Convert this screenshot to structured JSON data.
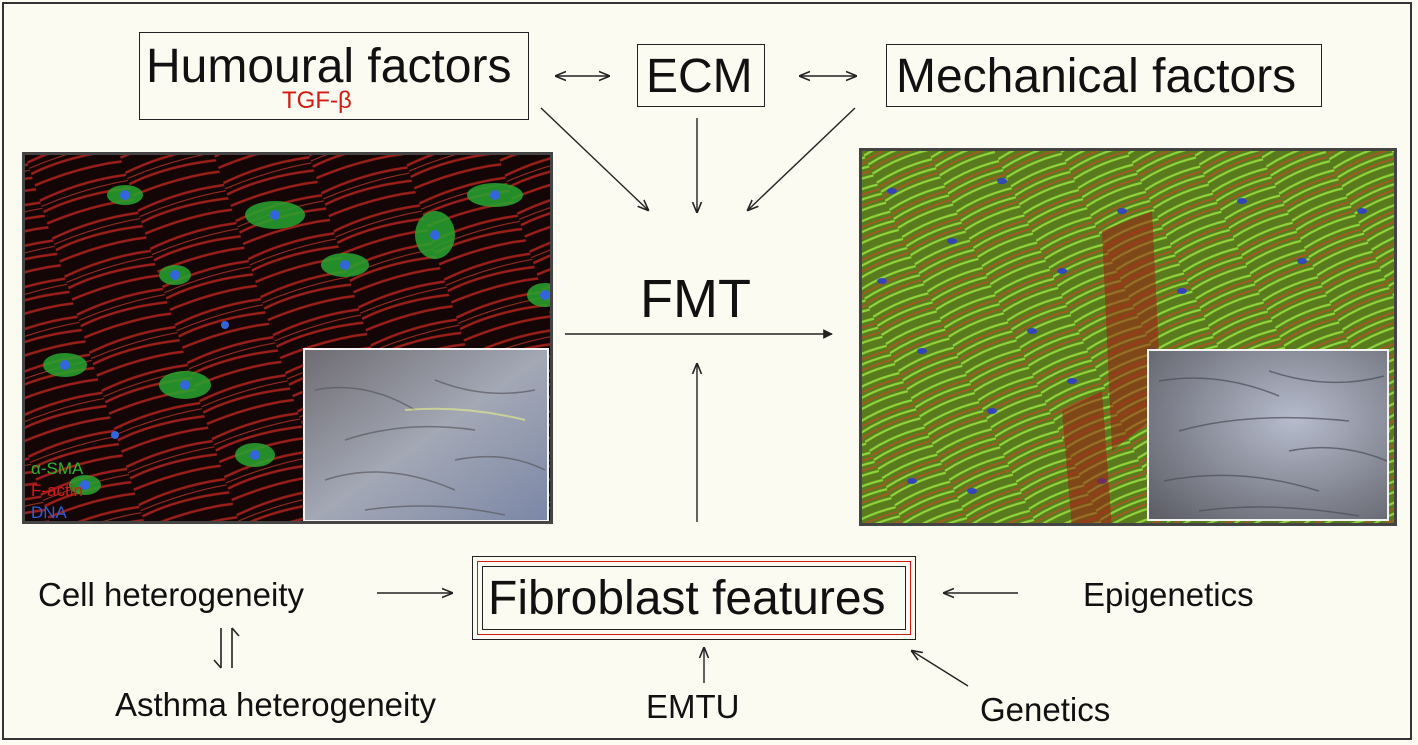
{
  "top": {
    "humoural": {
      "label": "Humoural factors",
      "sublabel": "TGF-β"
    },
    "ecm": {
      "label": "ECM"
    },
    "mechanical": {
      "label": "Mechanical factors"
    }
  },
  "center": {
    "fmt": "FMT"
  },
  "left_image": {
    "legend": [
      {
        "text": "α-SMA",
        "color": "#2cb52c"
      },
      {
        "text": "F-actin",
        "color": "#d41a12"
      },
      {
        "text": "DNA",
        "color": "#2c5fd4"
      }
    ]
  },
  "bottom": {
    "fibroblast": "Fibroblast features",
    "cell_het": "Cell heterogeneity",
    "asthma_het": "Asthma heterogeneity",
    "emtu": "EMTU",
    "epigenetics": "Epigenetics",
    "genetics": "Genetics"
  },
  "colors": {
    "background": "#fcfbf2",
    "accent_red": "#d21b10",
    "frame": "#333333"
  },
  "icons": {
    "bidirectional": "double-headed-arrow",
    "reversible": "harpoon-equilibrium"
  }
}
